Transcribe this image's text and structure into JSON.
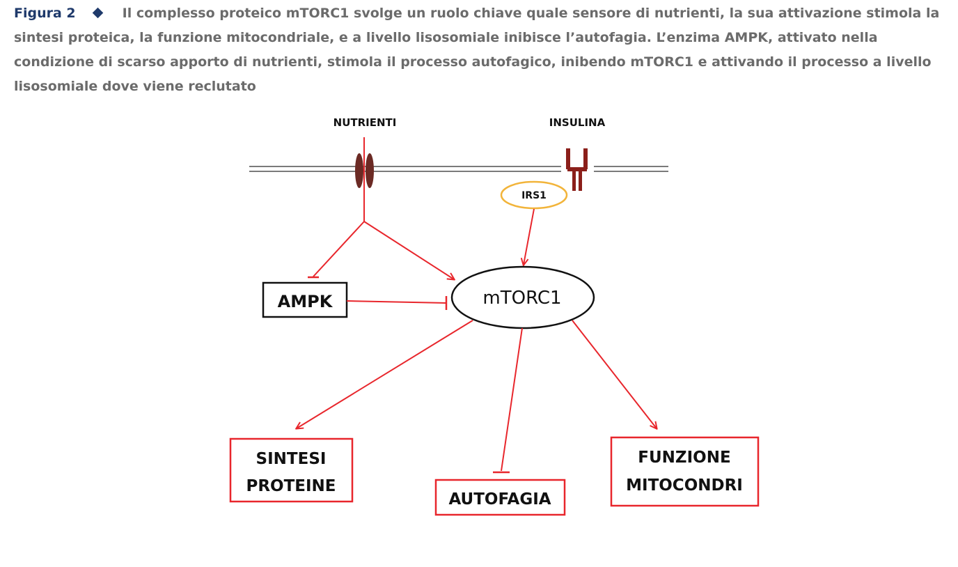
{
  "caption": {
    "label": "Figura 2",
    "text": "Il complesso proteico mTORC1 svolge un ruolo chiave quale sensore di nutrienti, la sua attivazione stimola la sintesi proteica, la funzione mitocondriale, e a livello lisosomiale inibisce l’autofagia. L’enzima AMPK, attivato nella condizione di scarso apporto di nutrienti, stimola il processo autofagico, inibendo mTORC1 e attivando il processo a livello lisosomiale dove viene reclutato"
  },
  "diagram": {
    "nutrients_label": "NUTRIENTI",
    "insulin_label": "INSULINA",
    "irs1_label": "IRS1",
    "mtorc1_label": "mTORC1",
    "ampk_label": "AMPK",
    "protein_synthesis_line1": "SINTESI",
    "protein_synthesis_line2": "PROTEINE",
    "autophagy_label": "AUTOFAGIA",
    "mito_line1": "FUNZIONE",
    "mito_line2": "MITOCONDRI",
    "colors": {
      "arrow": "#e8262c",
      "box_outline": "#e8262c",
      "irs1_outline": "#f2b43a",
      "transporter": "#6b2a24",
      "receptor": "#8b1f1a",
      "membrane": "#7a7a7a",
      "caption_label": "#1f3a6b",
      "caption_text": "#6b6b6b"
    }
  }
}
